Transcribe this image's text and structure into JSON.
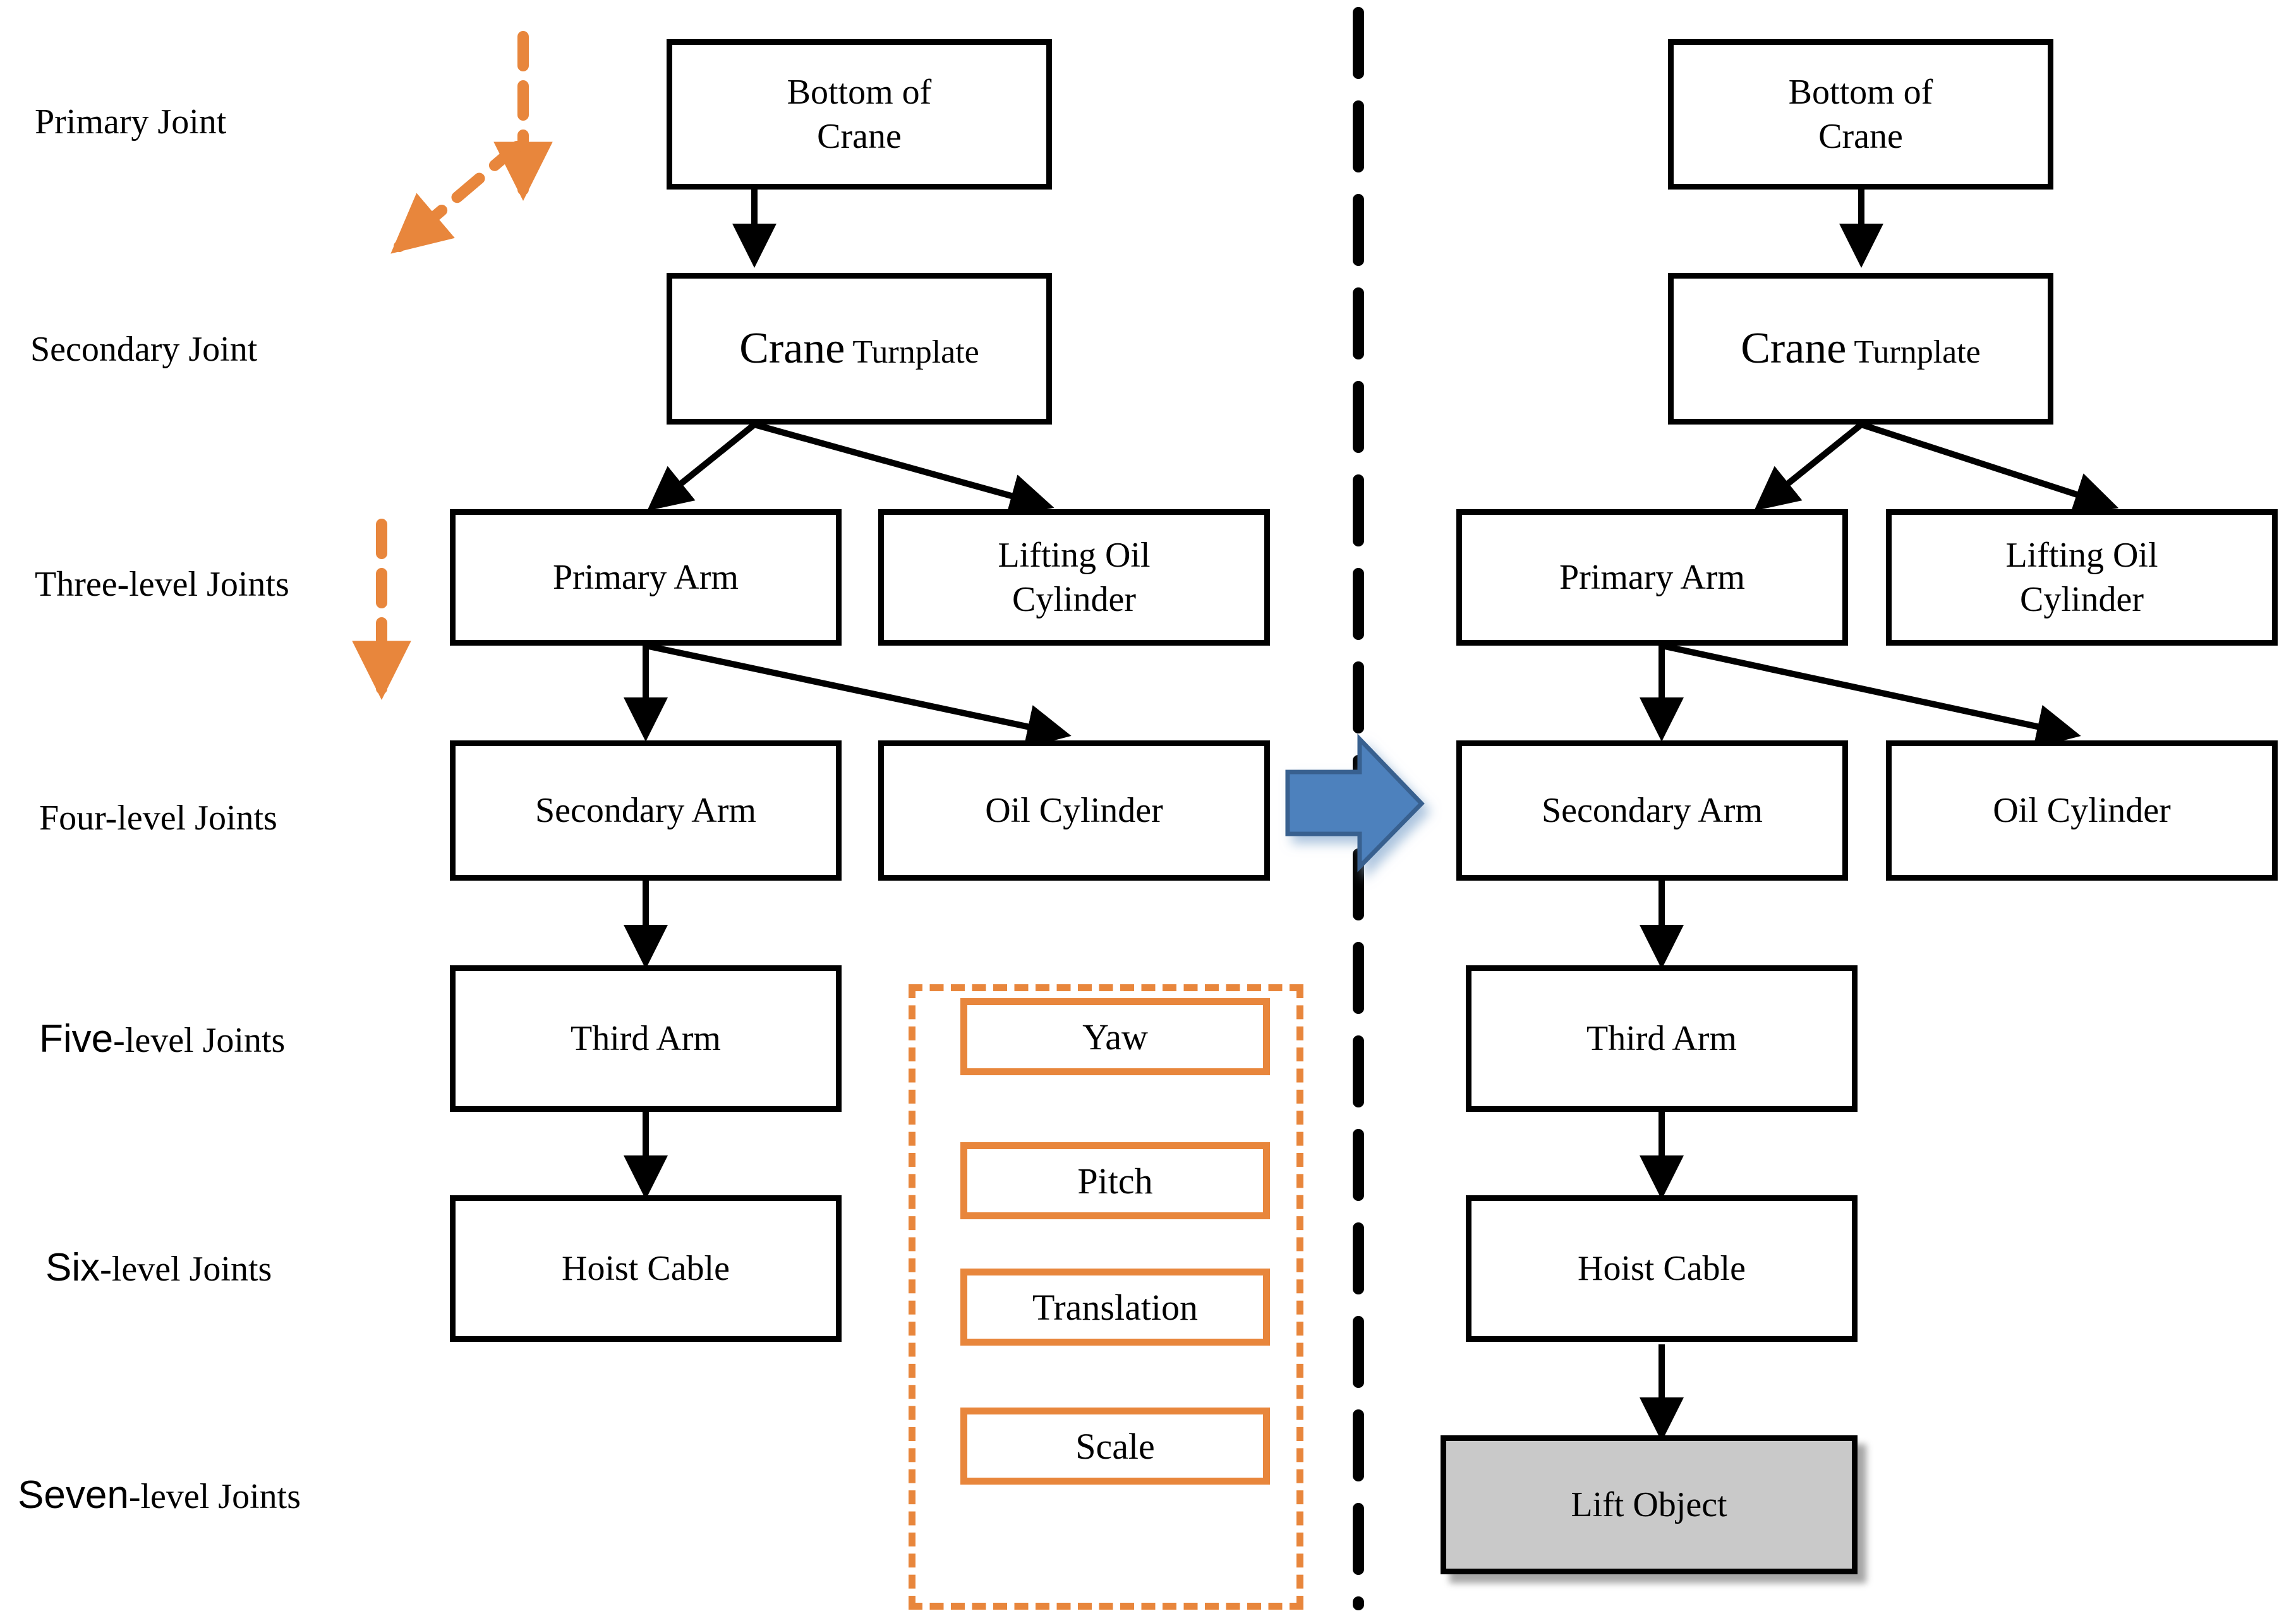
{
  "meta": {
    "colors": {
      "accent_orange": "#E8863C",
      "transition_arrow_blue": "#4E81BD",
      "transition_arrow_blue_border": "#38618F",
      "shaded_node_fill": "#C9C9C9",
      "line_black": "#000000",
      "background": "#FFFFFF"
    }
  },
  "level_labels": [
    {
      "id": "primary",
      "big": "",
      "rest": "Primary Joint"
    },
    {
      "id": "secondary",
      "big": "",
      "rest": "Secondary Joint"
    },
    {
      "id": "three",
      "big": "",
      "rest": "Three-level Joints"
    },
    {
      "id": "four",
      "big": "",
      "rest": "Four-level Joints"
    },
    {
      "id": "five",
      "big": "Five",
      "rest": "-level Joints"
    },
    {
      "id": "six",
      "big": "Six",
      "rest": "-level Joints"
    },
    {
      "id": "seven",
      "big": "Seven",
      "rest": "-level Joints"
    }
  ],
  "left_diagram": {
    "nodes": {
      "bottom_of_crane": {
        "line1": "Bottom of",
        "line2": "Crane"
      },
      "crane_turnplate": {
        "lead": "Crane",
        "trail": " Turnplate"
      },
      "primary_arm": {
        "label": "Primary Arm"
      },
      "lifting_oil_cylinder": {
        "line1": "Lifting Oil",
        "line2": "Cylinder"
      },
      "secondary_arm": {
        "label": "Secondary Arm"
      },
      "oil_cylinder": {
        "label": "Oil Cylinder"
      },
      "third_arm": {
        "label": "Third Arm"
      },
      "hoist_cable": {
        "label": "Hoist Cable"
      }
    }
  },
  "right_diagram": {
    "nodes": {
      "bottom_of_crane": {
        "line1": "Bottom of",
        "line2": "Crane"
      },
      "crane_turnplate": {
        "lead": "Crane",
        "trail": " Turnplate"
      },
      "primary_arm": {
        "label": "Primary Arm"
      },
      "lifting_oil_cylinder": {
        "line1": "Lifting Oil",
        "line2": "Cylinder"
      },
      "secondary_arm": {
        "label": "Secondary Arm"
      },
      "oil_cylinder": {
        "label": "Oil Cylinder"
      },
      "third_arm": {
        "label": "Third Arm"
      },
      "hoist_cable": {
        "label": "Hoist Cable"
      },
      "lift_object": {
        "label": "Lift Object"
      }
    }
  },
  "transform_group": {
    "items": [
      {
        "label": "Yaw"
      },
      {
        "label": "Pitch"
      },
      {
        "label": "Translation"
      },
      {
        "label": "Scale"
      }
    ]
  }
}
